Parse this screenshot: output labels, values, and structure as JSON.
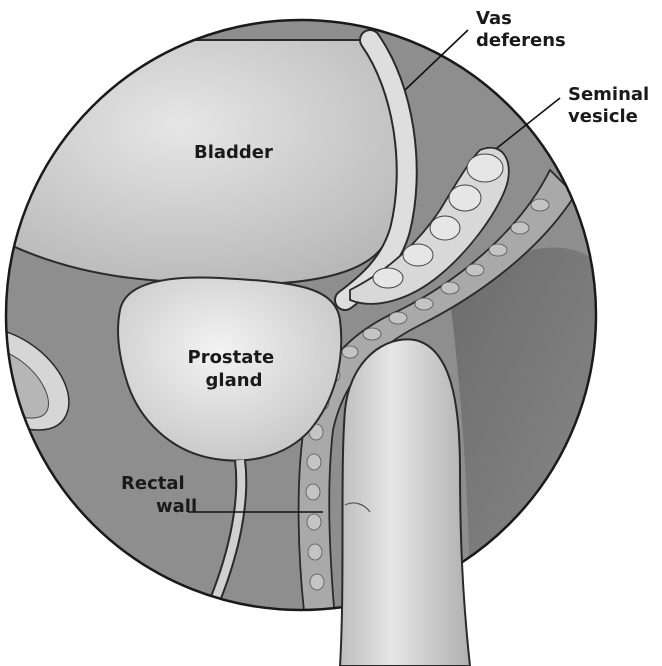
{
  "labels": {
    "vas_deferens": [
      "Vas",
      "deferens"
    ],
    "seminal_vesicle": [
      "Seminal",
      "vesicle"
    ],
    "bladder": [
      "Bladder"
    ],
    "prostate_gland": [
      "Prostate",
      "gland"
    ],
    "rectal_wall": [
      "Rectal",
      "wall"
    ]
  },
  "colors": {
    "background": "#8e8e8e",
    "bladder": "#d3d3d3",
    "prostate": "#e4e4e4",
    "rectal_wall": "#a9a9a9",
    "finger": "#d9d9d9",
    "outline": "#2a2a2a"
  }
}
